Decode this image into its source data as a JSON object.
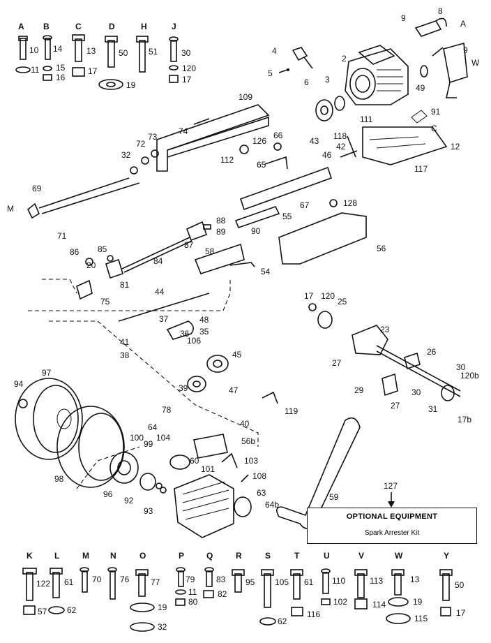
{
  "header_fasteners": [
    {
      "letter": "A",
      "parts": [
        "10",
        "11"
      ]
    },
    {
      "letter": "B",
      "parts": [
        "14",
        "15",
        "16"
      ]
    },
    {
      "letter": "C",
      "parts": [
        "13",
        "17"
      ]
    },
    {
      "letter": "D",
      "parts": [
        "50",
        "19"
      ]
    },
    {
      "letter": "H",
      "parts": [
        "51"
      ]
    },
    {
      "letter": "J",
      "parts": [
        "30",
        "120",
        "17"
      ]
    }
  ],
  "footer_fasteners": [
    {
      "letter": "K",
      "parts": [
        "122",
        "57"
      ]
    },
    {
      "letter": "L",
      "parts": [
        "61",
        "62"
      ]
    },
    {
      "letter": "M",
      "parts": [
        "70"
      ]
    },
    {
      "letter": "N",
      "parts": [
        "76"
      ]
    },
    {
      "letter": "O",
      "parts": [
        "77",
        "19",
        "32"
      ]
    },
    {
      "letter": "P",
      "parts": [
        "79",
        "11",
        "80"
      ]
    },
    {
      "letter": "Q",
      "parts": [
        "83",
        "82"
      ]
    },
    {
      "letter": "R",
      "parts": [
        "95"
      ]
    },
    {
      "letter": "S",
      "parts": [
        "105",
        "62"
      ]
    },
    {
      "letter": "T",
      "parts": [
        "61",
        "116"
      ]
    },
    {
      "letter": "U",
      "parts": [
        "110",
        "102"
      ]
    },
    {
      "letter": "V",
      "parts": [
        "113",
        "114"
      ]
    },
    {
      "letter": "W",
      "parts": [
        "13",
        "19",
        "115"
      ]
    },
    {
      "letter": "Y",
      "parts": [
        "50",
        "17"
      ]
    }
  ],
  "callouts": {
    "engine": [
      "2",
      "3",
      "4",
      "5",
      "6",
      "8",
      "9",
      "49",
      "91",
      "111"
    ],
    "frame": [
      "12",
      "109",
      "74",
      "73",
      "72",
      "32",
      "126",
      "112",
      "66",
      "65",
      "43",
      "118",
      "42",
      "46",
      "117",
      "67",
      "128"
    ],
    "controls": [
      "69",
      "71",
      "88",
      "89",
      "90",
      "87",
      "84",
      "55",
      "56",
      "58",
      "54",
      "86",
      "85",
      "20",
      "81",
      "44",
      "48",
      "36",
      "41",
      "37",
      "38",
      "35",
      "106",
      "45",
      "47",
      "39",
      "119",
      "40",
      "60",
      "56b",
      "103",
      "78",
      "64",
      "100",
      "99",
      "104",
      "101"
    ],
    "axle": [
      "17",
      "120",
      "25",
      "23",
      "27",
      "29",
      "26",
      "30",
      "31",
      "120b",
      "17b"
    ],
    "wheels": [
      "94",
      "97",
      "98",
      "96",
      "92",
      "93",
      "59",
      "108",
      "63",
      "64b"
    ]
  },
  "optional_equipment": {
    "part_number": "127",
    "title": "OPTIONAL EQUIPMENT",
    "item": "Spark Arrester Kit"
  }
}
